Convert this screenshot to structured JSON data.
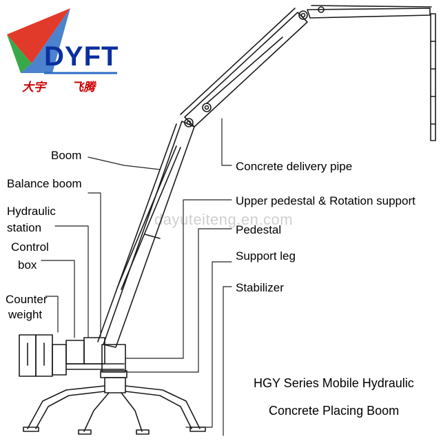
{
  "logo": {
    "brand": "DYFT",
    "chinese_left": "大宇",
    "chinese_right": "飞腾",
    "colors": {
      "red": "#e23a2a",
      "green": "#39a84a",
      "blue": "#2d6cc5",
      "text": "#0c2fa0",
      "cn_text": "#cc0000"
    }
  },
  "watermark": "dayuteiteng.en.com",
  "labels": {
    "boom": "Boom",
    "balance_boom": "Balance boom",
    "hydraulic_station_line1": "Hydraulic",
    "hydraulic_station_line2": "station",
    "control_box_line1": "Control",
    "control_box_line2": "box",
    "counter_weight_line1": "Counter",
    "counter_weight_line2": "weight",
    "concrete_delivery_pipe": "Concrete delivery pipe",
    "upper_pedestal": "Upper pedestal & Rotation support",
    "pedestal": "Pedestal",
    "support_leg": "Support leg",
    "stabilizer": "Stabilizer"
  },
  "caption": {
    "line1": "HGY Series Mobile Hydraulic",
    "line2": "Concrete Placing Boom"
  },
  "icons": [
    "dyft-logo-icon",
    "placing-boom-drawing"
  ]
}
